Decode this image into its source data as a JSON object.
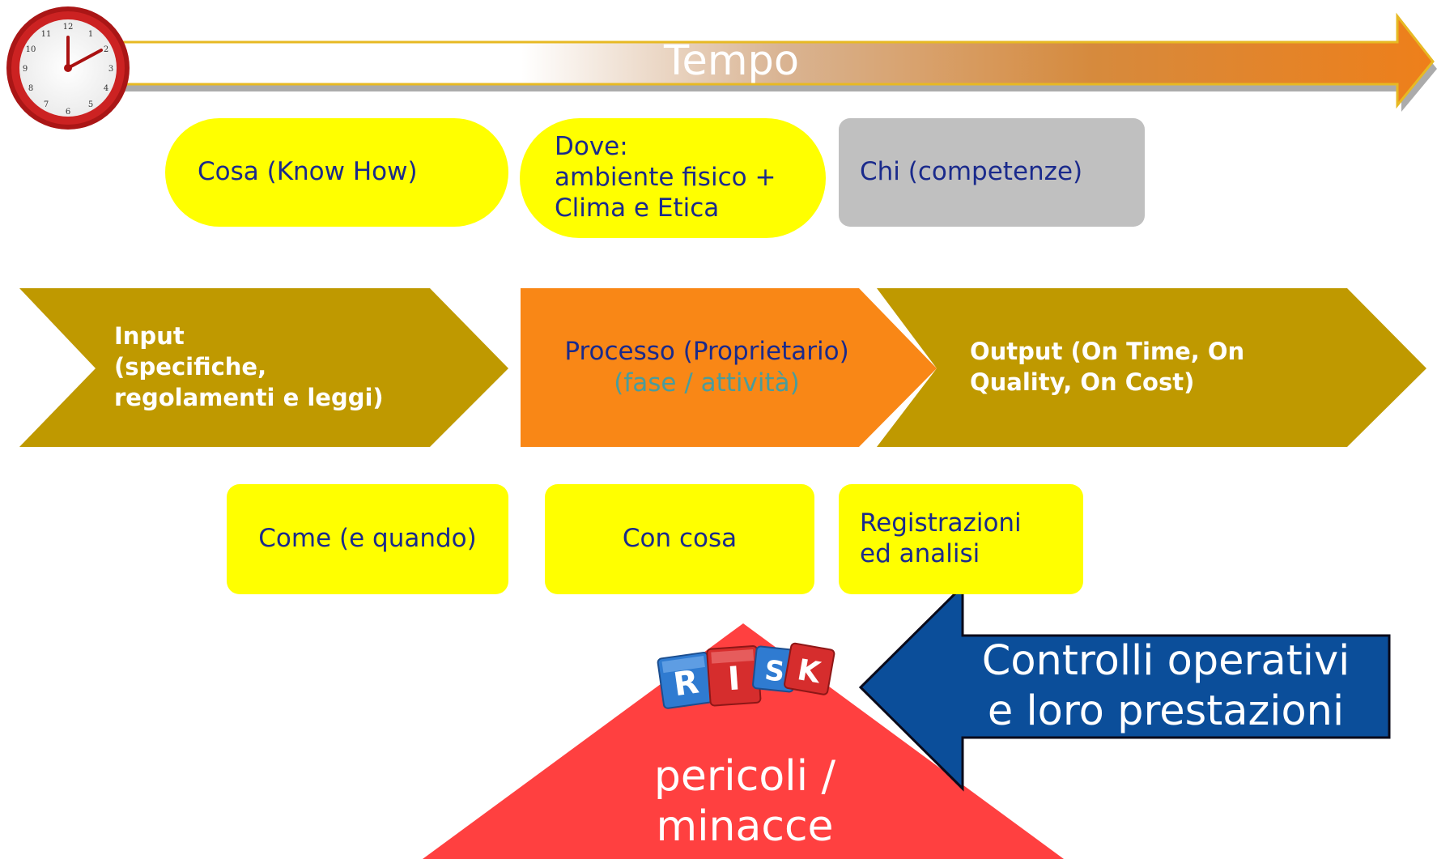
{
  "timeline": {
    "label": "Tempo"
  },
  "top_boxes": {
    "cosa": "Cosa (Know How)",
    "dove": [
      "Dove:",
      "ambiente fisico +",
      "Clima e Etica"
    ],
    "chi": "Chi (competenze)"
  },
  "chevrons": {
    "input": [
      "Input",
      "(specifiche,",
      "regolamenti e leggi)"
    ],
    "process": {
      "title": "Processo (Proprietario)",
      "subtitle": "(fase / attività)"
    },
    "output": [
      "Output (On Time, On",
      "Quality, On Cost)"
    ]
  },
  "bottom_boxes": {
    "come": "Come (e quando)",
    "con_cosa": "Con cosa",
    "registrazioni": [
      "Registrazioni",
      "ed analisi"
    ]
  },
  "risk": {
    "blocks": [
      "R",
      "I",
      "S",
      "K"
    ],
    "label": [
      "pericoli /",
      "minacce"
    ]
  },
  "controls": {
    "label": [
      "Controlli operativi",
      "e loro prestazioni"
    ]
  },
  "colors": {
    "yellow": "#ffff00",
    "grey": "#c0c0c0",
    "olive": "#bf9900",
    "orange": "#f98716",
    "red": "#ff4040",
    "navy": "#0b4e9a",
    "text_blue": "#1a2a8c",
    "subtitle_teal": "#4a9c9c"
  }
}
